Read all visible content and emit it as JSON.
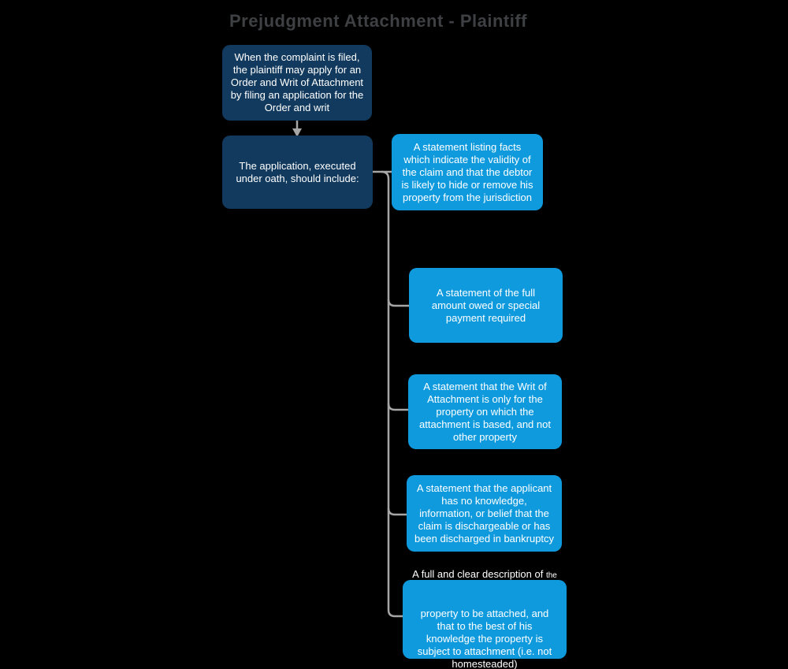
{
  "colors": {
    "background": "#000000",
    "dark_box": "#123a5e",
    "light_box": "#0f9ade",
    "connector": "#a6a6a6",
    "title_text": "#3e4043",
    "box_text": "#ffffff"
  },
  "title": "Prejudgment Attachment - Plaintiff",
  "flow": {
    "start_node": {
      "lines": [
        "When the complaint is filed,",
        "the plaintiff may apply for an",
        "Order and Writ of Attachment",
        "by filing an application for the",
        "Order and writ"
      ]
    },
    "application_node": {
      "lines": [
        "The application, executed",
        "under oath, should include:"
      ]
    },
    "requirements": [
      {
        "lines": [
          "A statement listing facts",
          "which indicate the validity of",
          "the claim and that the debtor",
          "is likely to hide or remove his",
          "property from the jurisdiction"
        ]
      },
      {
        "lines": [
          "A statement of the full",
          "amount owed or special",
          "payment required"
        ]
      },
      {
        "lines": [
          "A statement that the Writ of",
          "Attachment is only for the",
          "property on which the",
          "attachment is based, and not",
          "other property"
        ]
      },
      {
        "lines": [
          "A statement that the applicant",
          "has no knowledge,",
          "information, or belief that the",
          "claim is dischargeable or has",
          "been discharged in bankruptcy"
        ]
      },
      {
        "line1_main": "A full and clear description of ",
        "line1_small": "the",
        "rest_lines": [
          "property to be attached, and",
          "that to the best of his",
          "knowledge the property is",
          "subject to attachment (i.e. not",
          "homesteaded)"
        ]
      }
    ]
  }
}
